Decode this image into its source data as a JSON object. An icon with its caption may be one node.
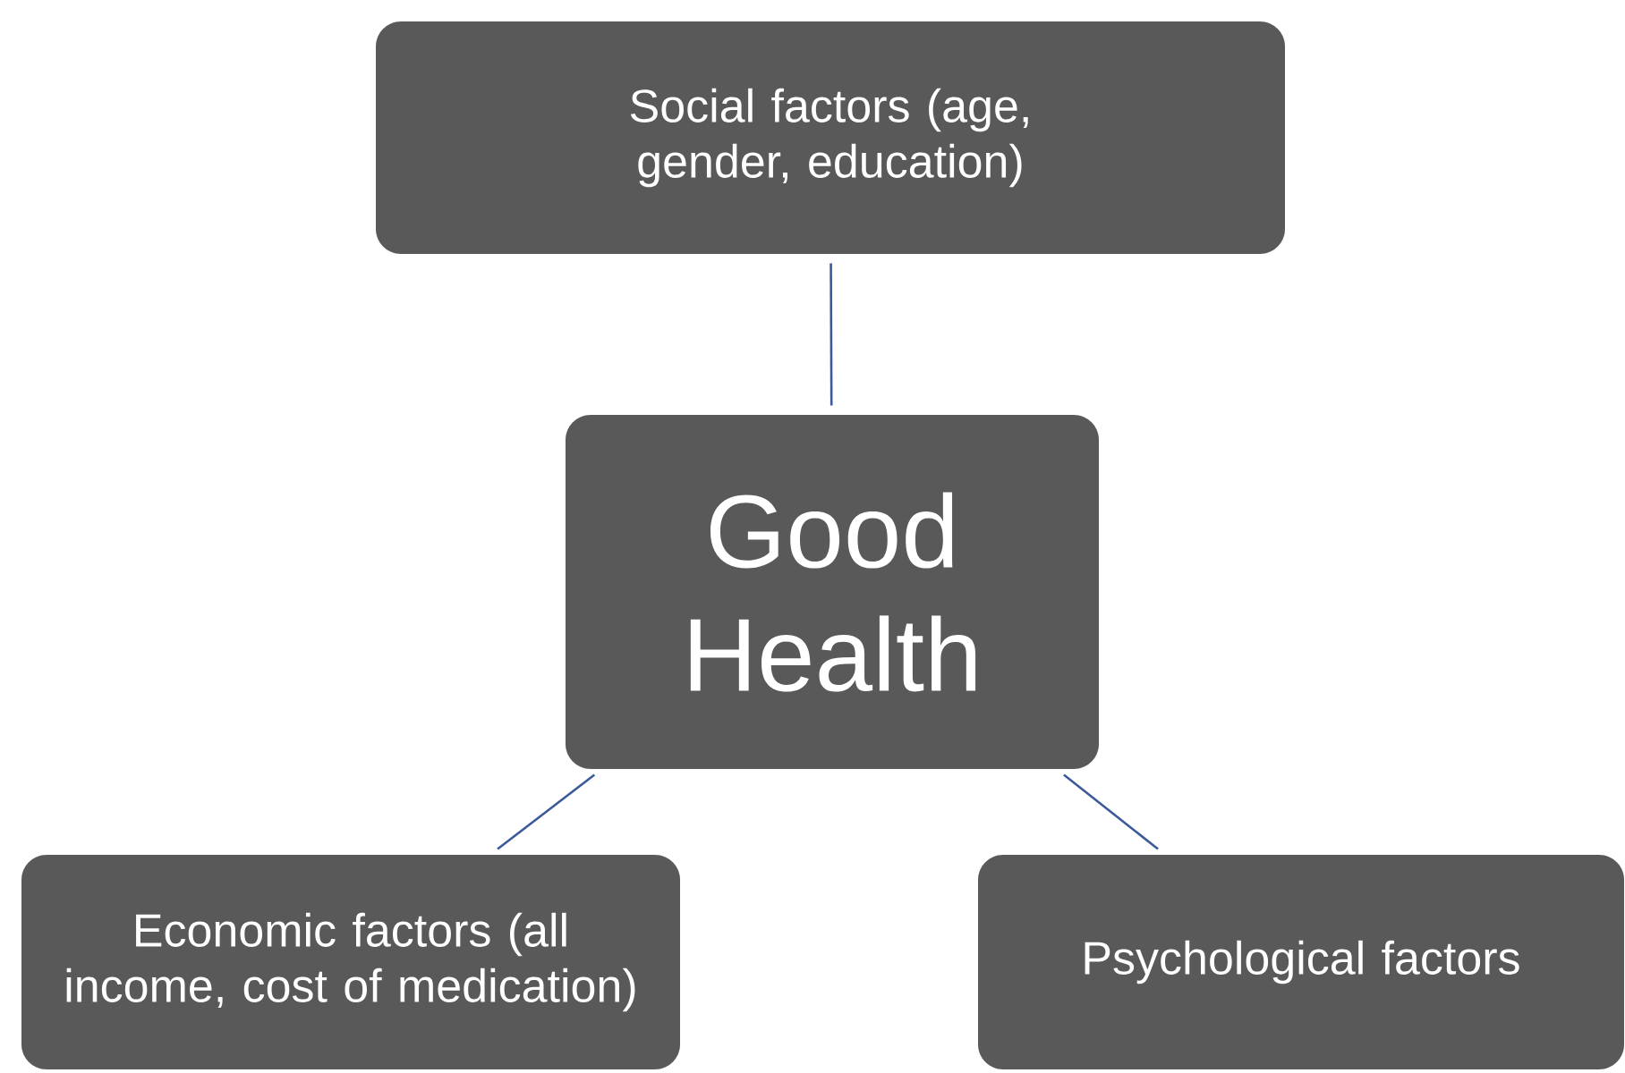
{
  "diagram": {
    "nodes": [
      {
        "text": [
          "Social factors (age, gender, education)"
        ]
      },
      {
        "text": [
          "Good Health"
        ]
      },
      {
        "text": [
          "Economic factors (all income, cost of medication)"
        ]
      },
      {
        "text": [
          "Psychological factors"
        ]
      }
    ],
    "edges": [
      {
        "from": 0,
        "to": 1,
        "arrow": "none"
      },
      {
        "from": 1,
        "to": 2,
        "arrow": "none"
      },
      {
        "from": 1,
        "to": 3,
        "arrow": "none"
      }
    ]
  }
}
